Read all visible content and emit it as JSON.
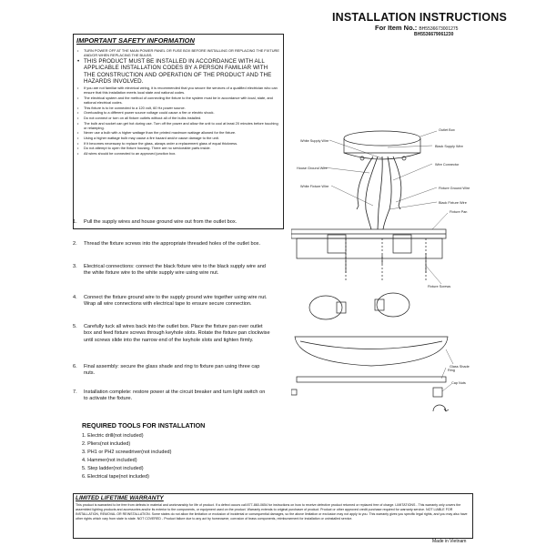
{
  "header": {
    "title": "INSTALLATION INSTRUCTIONS",
    "item_label": "For Item No.:",
    "item_number_1": "BH5536673001275",
    "item_number_2": "BH5536679061230"
  },
  "safety": {
    "heading": "IMPORTANT SAFETY INFORMATION",
    "items": [
      "TURN POWER OFF AT THE MAIN POWER PANEL OR FUSE BOX BEFORE INSTALLING OR REPLACING THE FIXTURE AND/OR WHEN REPLACING THE BULBS.",
      "THIS PRODUCT MUST BE INSTALLED IN ACCORDANCE WITH ALL APPLICABLE INSTALLATION CODES BY A PERSON FAMILIAR WITH THE CONSTRUCTION AND OPERATION OF THE PRODUCT AND THE HAZARDS INVOLVED.",
      "If you are not familiar with electrical wiring, it is recommended that you secure the services of a qualified electrician who can ensure that this installation meets local state and national codes.",
      "The electrical system and the method of connecting the fixture to the system must be in accordance with local, state, and national electrical codes.",
      "This fixture is to be connected to a 120 volt, 60 Hz power source.",
      "Overloading to a different power source voltage could cause a fire or electric shock.",
      "Do not connect or turn on all fixture outlets without all of the bulbs installed.",
      "The bulb and socket can get hot during use. Turn off the power and allow the unit to cool at least 20 minutes before touching or relamping.",
      "Never use a bulb with a higher wattage than the printed maximum wattage allowed for the fixture.",
      "Using a higher wattage bulb may cause a fire hazard and/or cause damage to the unit.",
      "If it becomes necessary to replace the glass, always order a replacement glass of equal thickness.",
      "Do not attempt to open the fixture housing. There are no serviceable parts inside.",
      "All wires should be connected to an approved junction box."
    ]
  },
  "steps": [
    {
      "num": "1.",
      "text": "Pull the supply wires and house ground wire out from the outlet box."
    },
    {
      "num": "2.",
      "text": "Thread the fixture screws into the appropriate threaded holes of the outlet box."
    },
    {
      "num": "3.",
      "text": "Electrical connections: connect the black fixture wire to the black supply wire and the white fixture wire to the white supply wire using wire nut."
    },
    {
      "num": "4.",
      "text": "Connect the fixture ground wire to the supply ground wire together using wire nut. Wrap all wire connections with electrical tape to ensure secure connection."
    },
    {
      "num": "5.",
      "text": "Carefully tuck all wires back into the outlet box. Place the fixture pan over outlet box and feed fixture screws through keyhole slots. Rotate the fixture pan clockwise until screws slide into the narrow end of the keyhole slots and tighten firmly."
    },
    {
      "num": "6.",
      "text": "Final assembly: secure the glass shade and ring to fixture pan using three cap nuts."
    },
    {
      "num": "7.",
      "text": "Installation complete: restore power at the circuit breaker and turn light switch on to activate the fixture."
    }
  ],
  "tools": {
    "heading": "REQUIRED TOOLS FOR INSTALLATION",
    "items": [
      "1. Electric drill(not included)",
      "2. Pliers(not included)",
      "3. PH1 or PH2 screwdriver(not included)",
      "4. Hammer(not included)",
      "5. Step ladder(not included)",
      "6. Electrical tape(not included)"
    ]
  },
  "diagram": {
    "labels": {
      "outlet_box": "Outlet Box",
      "white_supply_wire": "White Supply Wire",
      "black_supply_wire": "Black Supply Wire",
      "house_ground_wire": "House Ground Wire",
      "wire_connector": "Wire Connector",
      "white_fixture_wire": "White Fixture Wire",
      "fixture_ground_wire": "Fixture Ground Wire",
      "black_fixture_wire": "Black Fixture Wire",
      "fixture_pan": "Fixture Pan",
      "fixture_screws": "Fixture Screws",
      "glass_shade": "Glass Shade",
      "ring": "Ring",
      "cap nuts": "Cap Nuts"
    }
  },
  "warranty": {
    "heading": "LIMITED LIFETIME WARRANTY",
    "text": "This product is warranted to be free from defects in material and workmanship for life of product. If a defect occurs call 877-860-0654 for instructions on how to receive defective product returned or replaced free of charge. LIMITATIONS - This warranty only covers the assembled lighting products and accessories and/or its exterior to the components, or equipment used on the product. Warranty extends to original purchaser of product. Product or other approved credit purchase required for warranty service. NOT LIABLE FOR INSTALLATION, REMOVAL OR REINSTALLATION. Some states do not allow the limitation or exclusion of incidental or consequential damages, so the above limitation or exclusion may not apply to you. This warranty gives you specific legal rights, and you may also have other rights which vary from state to state. NOT COVERED - Product failure due to any act by homeowner, corrosion of brass components, reimbursement for installation or uninstalled service."
  },
  "footer": {
    "made_in": "Made in Vietnam"
  }
}
